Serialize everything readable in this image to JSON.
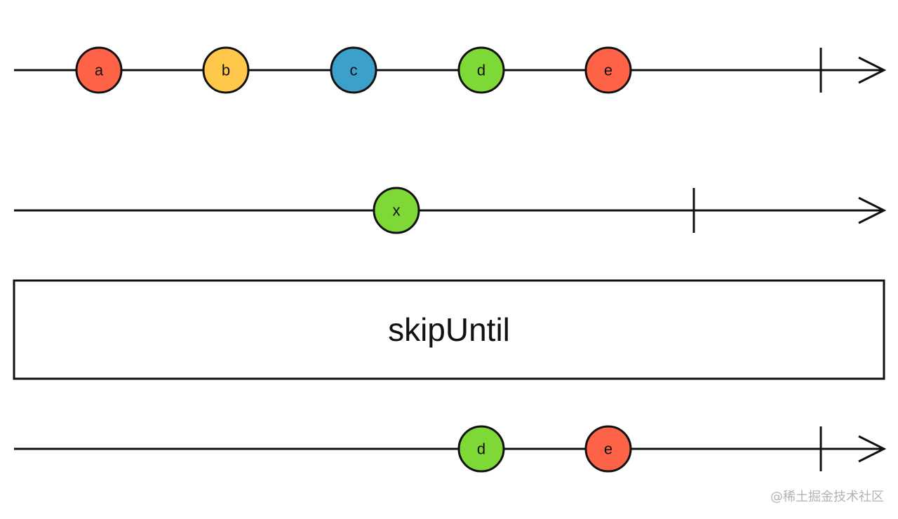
{
  "operator": {
    "label": "skipUntil"
  },
  "streams": [
    {
      "id": "source",
      "marbles": [
        {
          "label": "a",
          "color": "#ff6347"
        },
        {
          "label": "b",
          "color": "#ffc84b"
        },
        {
          "label": "c",
          "color": "#3ca0cb"
        },
        {
          "label": "d",
          "color": "#7ed835"
        },
        {
          "label": "e",
          "color": "#ff6347"
        }
      ]
    },
    {
      "id": "notifier",
      "marbles": [
        {
          "label": "x",
          "color": "#7ed835"
        }
      ]
    },
    {
      "id": "output",
      "marbles": [
        {
          "label": "d",
          "color": "#7ed835"
        },
        {
          "label": "e",
          "color": "#ff6347"
        }
      ]
    }
  ],
  "watermark": "@稀土掘金技术社区"
}
